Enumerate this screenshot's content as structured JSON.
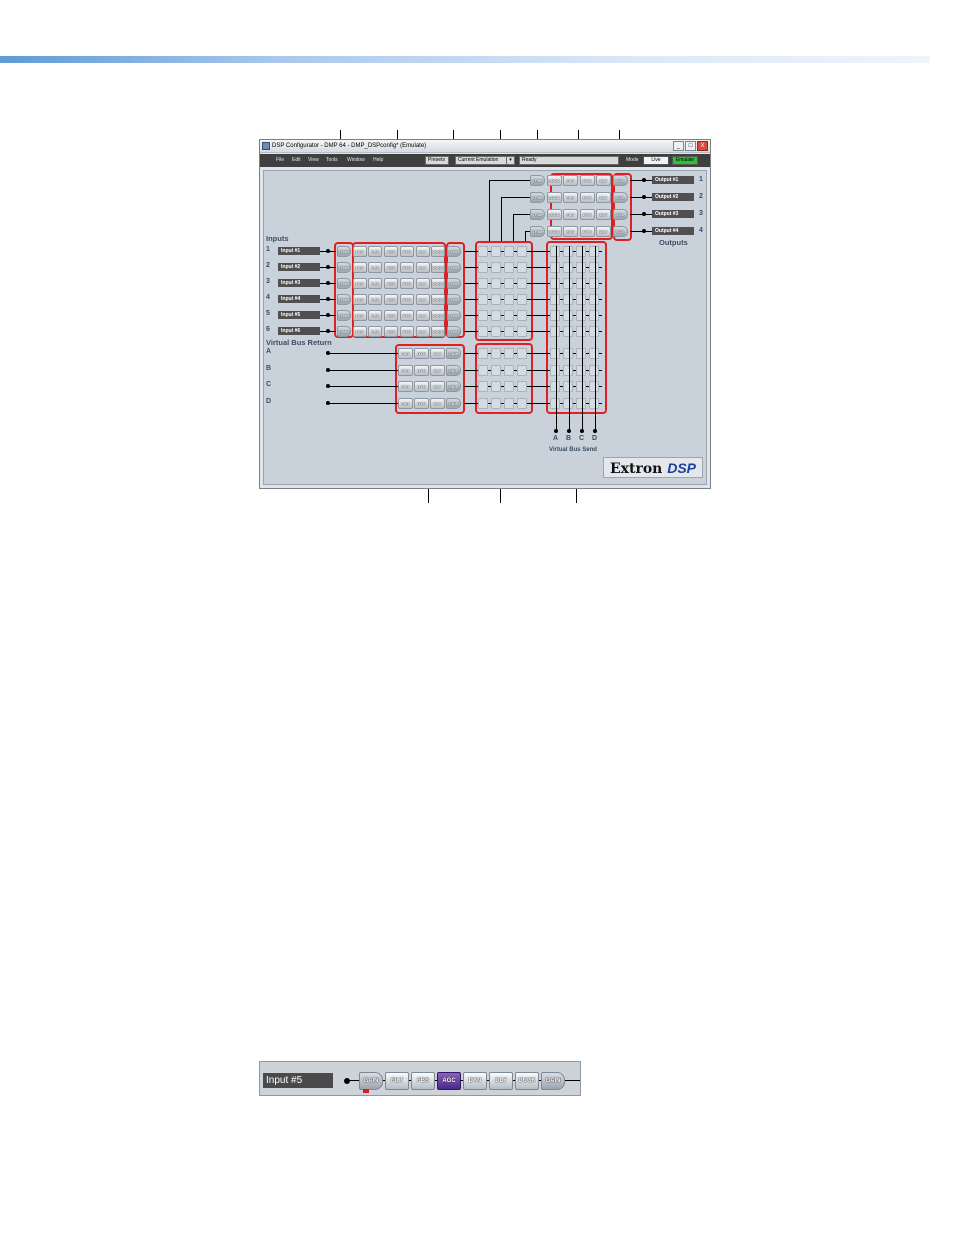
{
  "window": {
    "title": "DSP Configurator - DMP 64 - DMP_DSPconfig* (Emulate)",
    "buttons": [
      "_",
      "□",
      "X"
    ]
  },
  "menubar": {
    "items": [
      "File",
      "Edit",
      "View",
      "Tools",
      "Window",
      "Help"
    ],
    "presets_label": "Presets",
    "emulation_value": "Current Emulation",
    "status": "Ready",
    "mode_label": "Mode",
    "live_label": "Live",
    "emulate_label": "Emulate"
  },
  "inputs": {
    "header": "Inputs",
    "numbers": [
      "1",
      "2",
      "3",
      "4",
      "5",
      "6"
    ],
    "names": [
      "Input #1",
      "Input #2",
      "Input #3",
      "Input #4",
      "Input #5",
      "Input #6"
    ]
  },
  "input_chain": [
    "GAIN",
    "FILT",
    "FBS",
    "AGC",
    "DYN",
    "DLY",
    "DUCK",
    "GAIN"
  ],
  "virtual_bus_return": {
    "header": "Virtual Bus Return",
    "letters": [
      "A",
      "B",
      "C",
      "D"
    ],
    "chain": [
      "FILT",
      "DYN",
      "DLY",
      "GAIN"
    ]
  },
  "outputs": {
    "header": "Outputs",
    "numbers": [
      "1",
      "2",
      "3",
      "4"
    ],
    "names": [
      "Output #1",
      "Output #2",
      "Output #3",
      "Output #4"
    ],
    "chain": [
      "TRIM",
      "LOUD",
      "FILT",
      "DYN",
      "DLY",
      "VOL"
    ]
  },
  "virtual_bus_send": {
    "letters": [
      "A",
      "B",
      "C",
      "D"
    ],
    "label": "Virtual Bus Send"
  },
  "logo": {
    "brand": "Extron",
    "product": "DSP"
  },
  "detail_strip": {
    "name": "Input #5",
    "blocks": [
      "GAIN",
      "FILT",
      "FBS",
      "AGC",
      "DYN",
      "DLY",
      "DUCK",
      "GAIN"
    ]
  },
  "colors": {
    "highlight": "#e02020",
    "agc_active": "#5a3a9a",
    "emulate_button": "#2fbf3a"
  }
}
